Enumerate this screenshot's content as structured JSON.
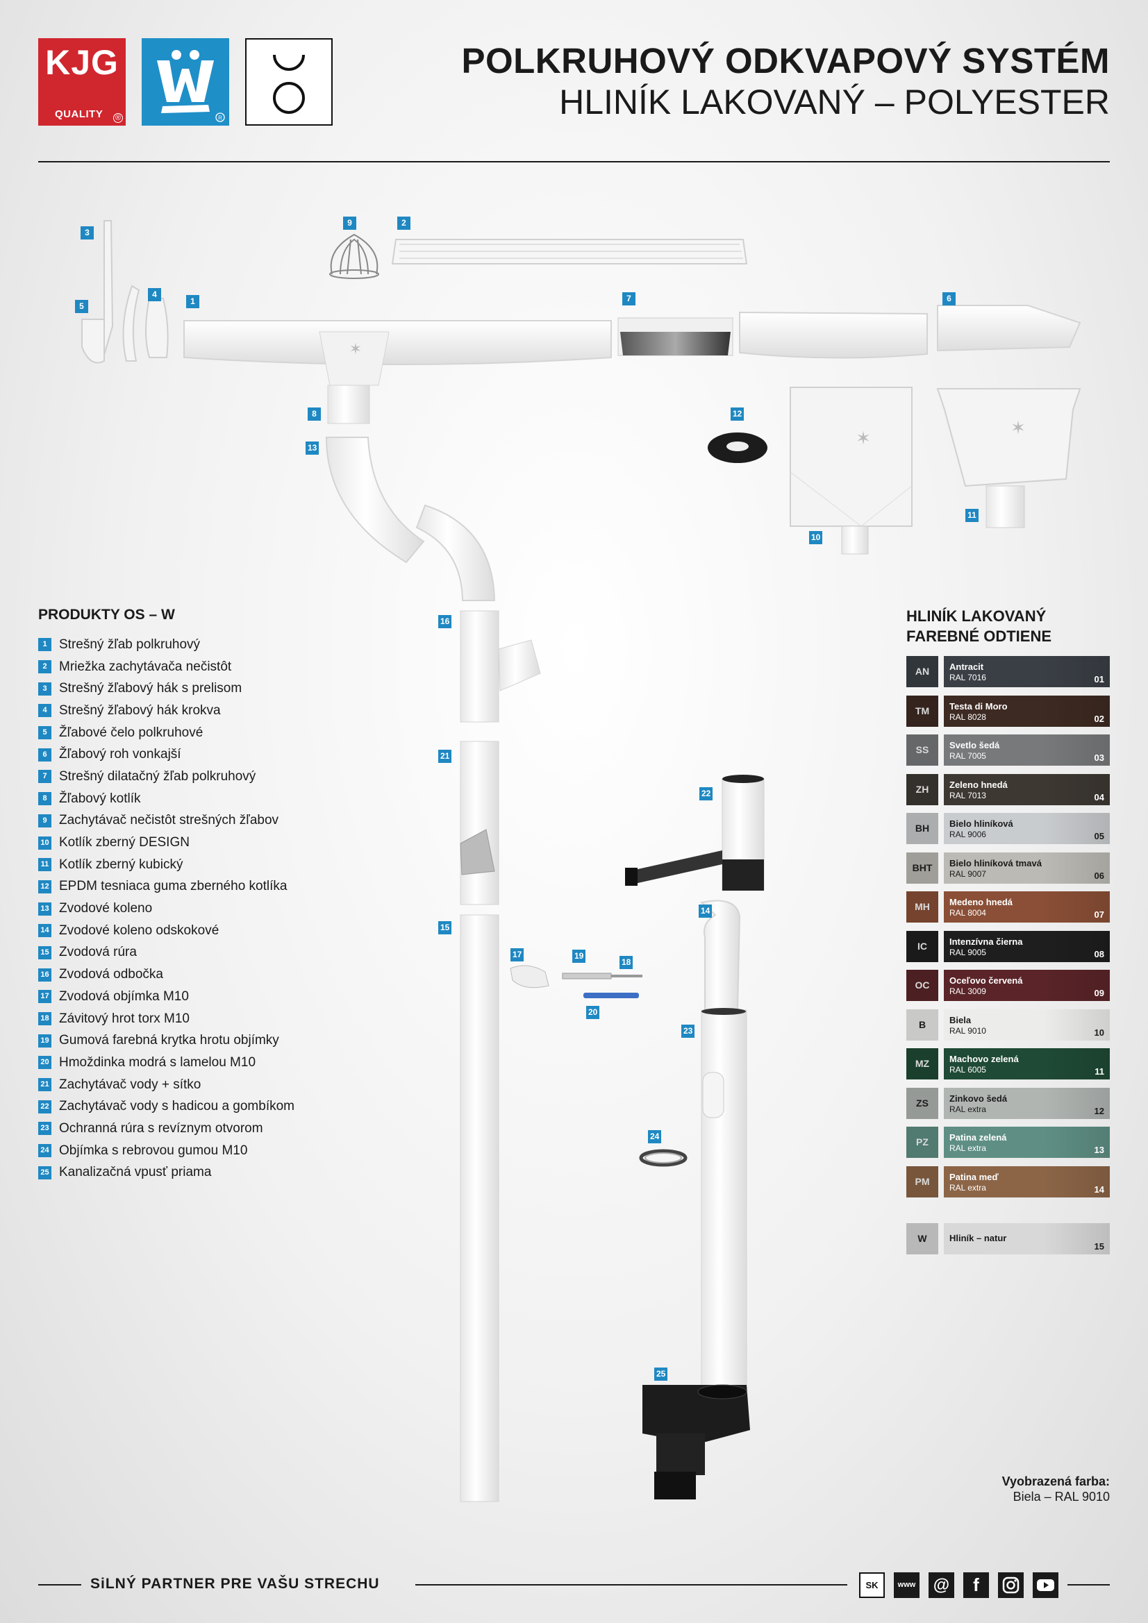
{
  "header": {
    "kjg_logo": "KJG",
    "kjg_quality": "QUALITY",
    "title_main": "POLKRUHOVÝ ODKVAPOVÝ SYSTÉM",
    "title_sub": "HLINÍK LAKOVANÝ – POLYESTER"
  },
  "products": {
    "title": "PRODUKTY OS – W",
    "items": [
      {
        "num": "1",
        "label": "Strešný žľab polkruhový"
      },
      {
        "num": "2",
        "label": "Mriežka zachytávača nečistôt"
      },
      {
        "num": "3",
        "label": "Strešný žľabový hák s prelisom"
      },
      {
        "num": "4",
        "label": "Strešný žľabový hák krokva"
      },
      {
        "num": "5",
        "label": "Žľabové čelo polkruhové"
      },
      {
        "num": "6",
        "label": "Žľabový roh vonkajší"
      },
      {
        "num": "7",
        "label": "Strešný dilatačný žľab polkruhový"
      },
      {
        "num": "8",
        "label": "Žľabový kotlík"
      },
      {
        "num": "9",
        "label": "Zachytávač nečistôt strešných žľabov"
      },
      {
        "num": "10",
        "label": "Kotlík zberný DESIGN"
      },
      {
        "num": "11",
        "label": "Kotlík zberný kubický"
      },
      {
        "num": "12",
        "label": "EPDM tesniaca guma zberného kotlíka"
      },
      {
        "num": "13",
        "label": "Zvodové koleno"
      },
      {
        "num": "14",
        "label": "Zvodové koleno odskokové"
      },
      {
        "num": "15",
        "label": "Zvodová rúra"
      },
      {
        "num": "16",
        "label": "Zvodová odbočka"
      },
      {
        "num": "17",
        "label": "Zvodová objímka M10"
      },
      {
        "num": "18",
        "label": "Závitový hrot torx M10"
      },
      {
        "num": "19",
        "label": "Gumová farebná krytka hrotu objímky"
      },
      {
        "num": "20",
        "label": "Hmoždinka modrá s lamelou M10"
      },
      {
        "num": "21",
        "label": "Zachytávač vody + sítko"
      },
      {
        "num": "22",
        "label": "Zachytávač vody s hadicou a gombíkom"
      },
      {
        "num": "23",
        "label": "Ochranná rúra s revíznym otvorom"
      },
      {
        "num": "24",
        "label": "Objímka s rebrovou gumou M10"
      },
      {
        "num": "25",
        "label": "Kanalizačná vpusť priama"
      }
    ]
  },
  "colors": {
    "title_line1": "HLINÍK LAKOVANÝ",
    "title_line2": "FAREBNÉ ODTIENE",
    "items": [
      {
        "code": "AN",
        "name": "Antracit",
        "ral": "RAL 7016",
        "no": "01",
        "color": "#3a3f45",
        "light": false
      },
      {
        "code": "TM",
        "name": "Testa di Moro",
        "ral": "RAL 8028",
        "no": "02",
        "color": "#3d2a22",
        "light": false
      },
      {
        "code": "SS",
        "name": "Svetlo šedá",
        "ral": "RAL 7005",
        "no": "03",
        "color": "#77797a",
        "light": false
      },
      {
        "code": "ZH",
        "name": "Zeleno hnedá",
        "ral": "RAL 7013",
        "no": "04",
        "color": "#3d3832",
        "light": false
      },
      {
        "code": "BH",
        "name": "Bielo hliníková",
        "ral": "RAL 9006",
        "no": "05",
        "color": "#c9ccce",
        "light": true
      },
      {
        "code": "BHT",
        "name": "Bielo hliníková tmavá",
        "ral": "RAL 9007",
        "no": "06",
        "color": "#bcbab4",
        "light": true
      },
      {
        "code": "MH",
        "name": "Medeno hnedá",
        "ral": "RAL 8004",
        "no": "07",
        "color": "#8a4f36",
        "light": false
      },
      {
        "code": "IC",
        "name": "Intenzívna čierna",
        "ral": "RAL 9005",
        "no": "08",
        "color": "#1e1e1e",
        "light": false
      },
      {
        "code": "OC",
        "name": "Oceľovo červená",
        "ral": "RAL 3009",
        "no": "09",
        "color": "#5a2428",
        "light": false
      },
      {
        "code": "B",
        "name": "Biela",
        "ral": "RAL 9010",
        "no": "10",
        "color": "#ececea",
        "light": true
      },
      {
        "code": "MZ",
        "name": "Machovo zelená",
        "ral": "RAL 6005",
        "no": "11",
        "color": "#1f4a35",
        "light": false
      },
      {
        "code": "ZS",
        "name": "Zinkovo šedá",
        "ral": "RAL extra",
        "no": "12",
        "color": "#b0b5b2",
        "light": true
      },
      {
        "code": "PZ",
        "name": "Patina zelená",
        "ral": "RAL extra",
        "no": "13",
        "color": "#5f8f84",
        "light": false
      },
      {
        "code": "PM",
        "name": "Patina meď",
        "ral": "RAL extra",
        "no": "14",
        "color": "#8c6547",
        "light": false
      }
    ],
    "natur": {
      "code": "W",
      "name": "Hliník – natur",
      "no": "15",
      "color": "#d8d8d8"
    }
  },
  "shown_color": {
    "label": "Vyobrazená farba:",
    "value": "Biela – RAL 9010"
  },
  "footer": {
    "slogan": "SiLNÝ PARTNER PRE VAŠU STRECHU",
    "lang": "SK",
    "www": "www",
    "email": "@",
    "facebook": "f"
  }
}
